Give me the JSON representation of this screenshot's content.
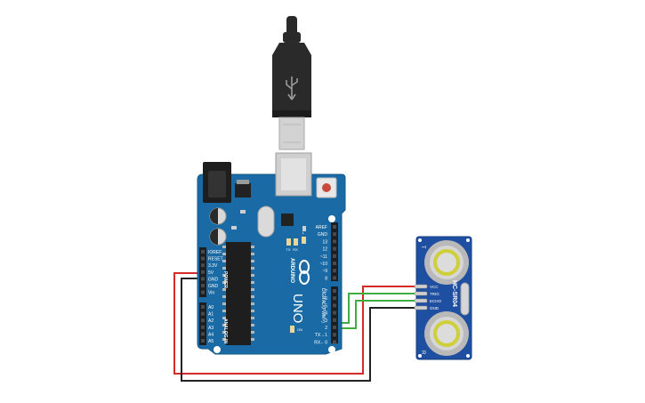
{
  "board": {
    "brand": "ARDUINO",
    "model": "UNO",
    "on_label": "ON",
    "power_section": "POWER",
    "analog_section": "ANALOG IN",
    "digital_section": "DIGITAL (PWM~)",
    "power_pins": [
      "IOREF",
      "RESET",
      "3.3V",
      "5V",
      "GND",
      "GND",
      "Vin"
    ],
    "analog_pins": [
      "A0",
      "A1",
      "A2",
      "A3",
      "A4",
      "A5"
    ],
    "digital_upper_pins": [
      "AREF",
      "GND",
      "13",
      "12",
      "~11",
      "~10",
      "~9",
      "8"
    ],
    "digital_lower_pins": [
      "7",
      "~6",
      "~5",
      "4",
      "~3",
      "2",
      "TX→1",
      "RX←0"
    ],
    "led_labels": [
      "L",
      "TX",
      "RX"
    ]
  },
  "sensor": {
    "model": "HC-SR04",
    "pins": [
      "VCC",
      "TRIG",
      "ECHO",
      "GND"
    ],
    "transducer_labels": [
      "T",
      "R"
    ]
  },
  "wires": {
    "colors": {
      "power": "#d42a2a",
      "ground": "#222222",
      "signal": "#3fae3f",
      "usb_body": "#2a2a2a",
      "usb_plug": "#c4c4c4",
      "board": "#1a6ba5"
    }
  }
}
